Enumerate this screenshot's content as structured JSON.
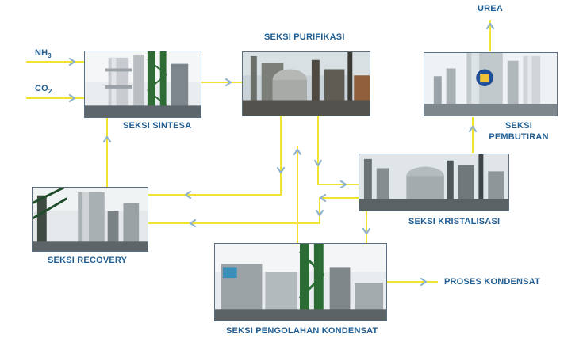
{
  "diagram": {
    "inputs": {
      "nh3": {
        "base": "NH",
        "sub": "3"
      },
      "co2": {
        "base": "CO",
        "sub": "2"
      }
    },
    "sections": {
      "sintesa": "SEKSI SINTESA",
      "purifikasi": "SEKSI PURIFIKASI",
      "pembutiran_line1": "SEKSI",
      "pembutiran_line2": "PEMBUTIRAN",
      "kristalisasi": "SEKSI KRISTALISASI",
      "recovery": "SEKSI RECOVERY",
      "pengolahan": "SEKSI PENGOLAHAN KONDENSAT"
    },
    "outputs": {
      "urea": "UREA",
      "proses_kondensat": "PROSES KONDENSAT"
    },
    "colors": {
      "flow_line": "#f3e331",
      "arrow": "#8fb3cc",
      "label": "#1f5d92",
      "photo_border": "#5c6f80"
    }
  }
}
